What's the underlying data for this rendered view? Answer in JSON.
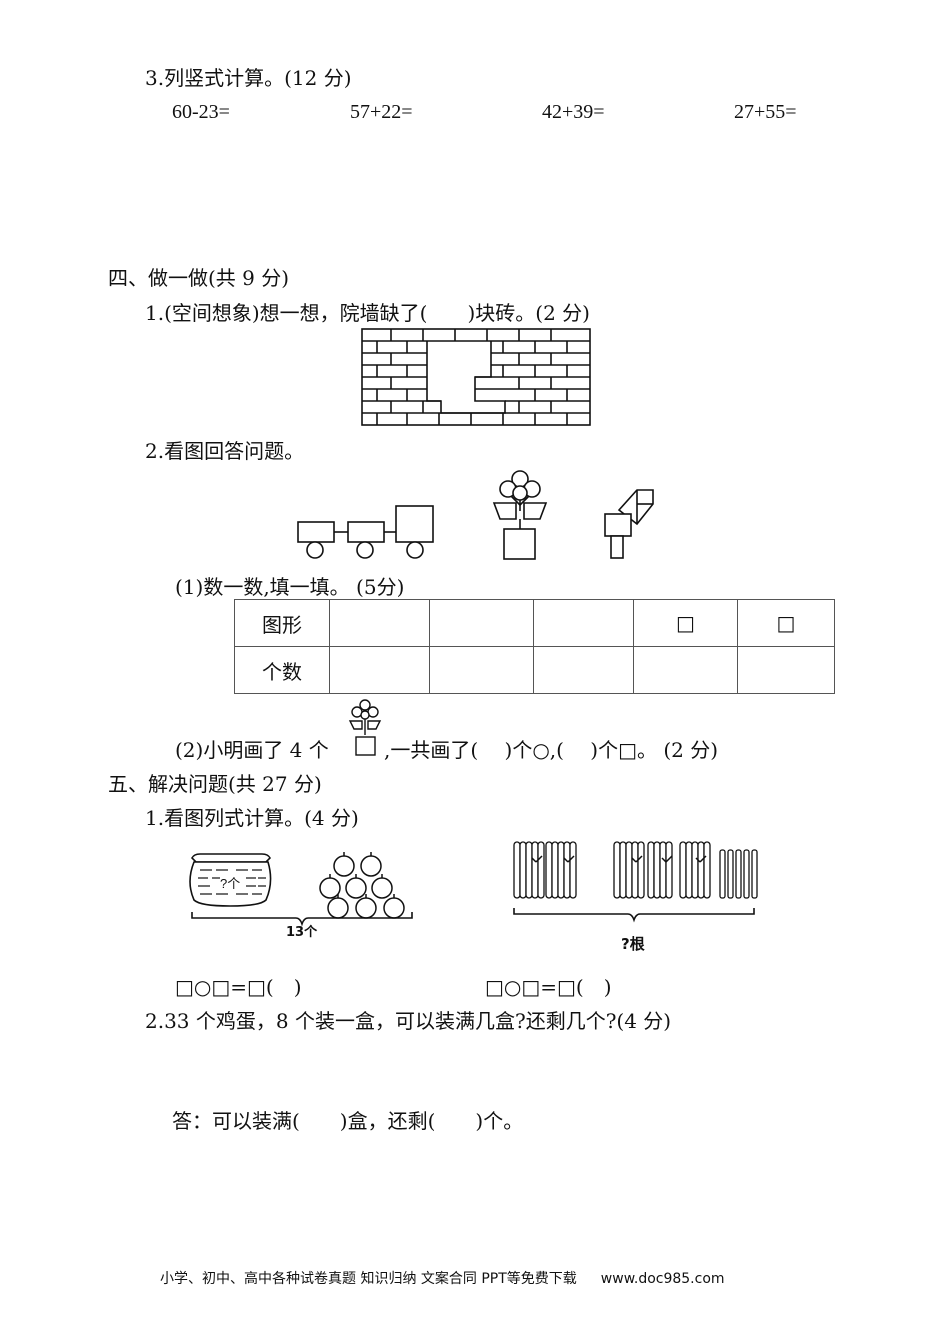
{
  "q3": {
    "title": "3.列竖式计算。(12 分)",
    "exprs": [
      "60-23=",
      "57+22=",
      "42+39=",
      "27+55="
    ]
  },
  "sec4": {
    "heading": "四、做一做(共 9 分)",
    "q1": "1.(空间想象)想一想，院墙缺了(　　)块砖。(2 分)",
    "q2": "2.看图回答问题。",
    "sub1": "(1)数一数,填一填。 (5分)",
    "table": {
      "row1_label": "图形",
      "row2_label": "个数",
      "shape_square": "□",
      "shape_square2": "□"
    },
    "sub2_a": "(2)小明画了 4 个",
    "sub2_b": ",一共画了(　 )个○,(　 )个□。 (2 分)"
  },
  "sec5": {
    "heading": "五、解决问题(共 27 分)",
    "q1": "1.看图列式计算。(4 分)",
    "basket_label": "?个",
    "left_total": "13个",
    "right_total": "?根",
    "formula_left": "□○□=□(　)",
    "formula_right": "□○□=□(　)",
    "q2": "2.33 个鸡蛋，8 个装一盒，可以装满几盒?还剩几个?(4 分)",
    "answer": "答：可以装满(　　)盒，还剩(　　)个。"
  },
  "footer": {
    "text": "小学、初中、高中各种试卷真题  知识归纳  文案合同  PPT等免费下载",
    "site": "www.doc985.com"
  }
}
